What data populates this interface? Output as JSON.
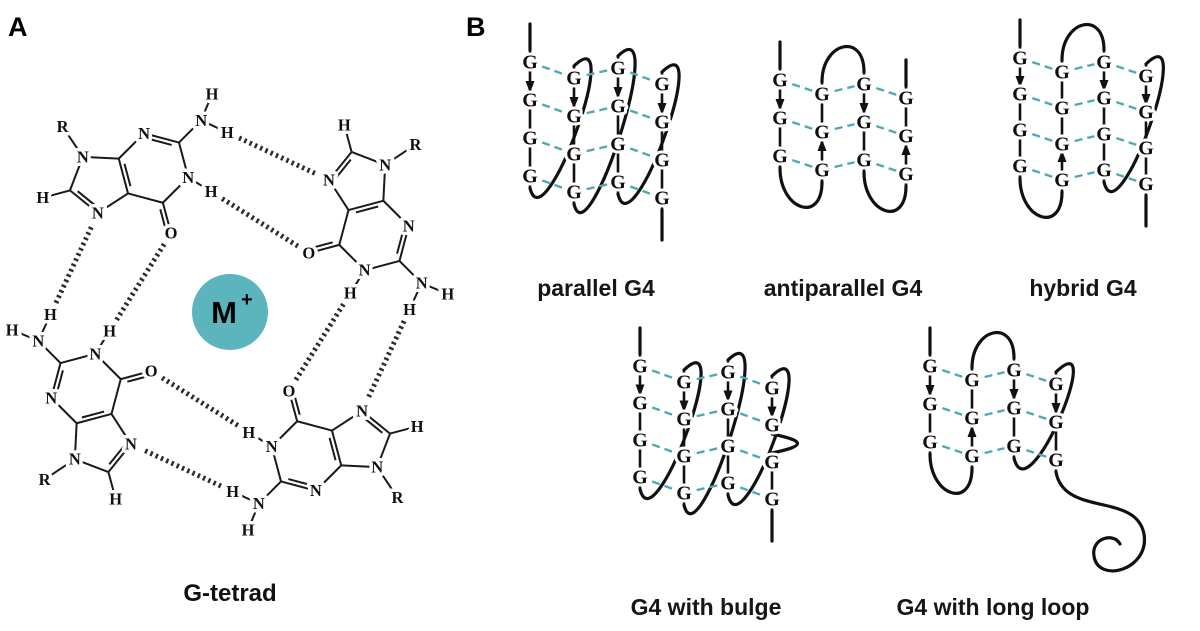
{
  "panelA": {
    "label": "A",
    "caption": "G-tetrad",
    "cation": {
      "symbol": "M",
      "charge": "+",
      "circle_color": "#5CB5BC"
    },
    "atom_labels": {
      "n": "N",
      "o": "O",
      "h": "H",
      "r": "R"
    },
    "bond_color": "#1a1a1a",
    "hbond_color": "#2b2b2b"
  },
  "panelB": {
    "label": "B",
    "g_letter": "G",
    "tetrad_dash_color": "#4FA9B2",
    "strand_color": "#111111",
    "structures": [
      {
        "id": "parallel",
        "label": "parallel G4",
        "strand_dirs": [
          "down",
          "down",
          "down",
          "down"
        ],
        "g_per_strand": 4,
        "loop_style": "propeller"
      },
      {
        "id": "antiparallel",
        "label": "antiparallel G4",
        "strand_dirs": [
          "down",
          "up",
          "down",
          "up"
        ],
        "g_per_strand": 3,
        "loop_style": "lateral"
      },
      {
        "id": "hybrid",
        "label": "hybrid G4",
        "strand_dirs": [
          "down",
          "up",
          "down",
          "down"
        ],
        "g_per_strand": 4,
        "loop_style": "hybrid"
      },
      {
        "id": "bulge",
        "label": "G4 with bulge",
        "strand_dirs": [
          "down",
          "down",
          "down",
          "down"
        ],
        "g_per_strand": 4,
        "loop_style": "propeller",
        "feature": "bulge"
      },
      {
        "id": "longloop",
        "label": "G4 with long loop",
        "strand_dirs": [
          "down",
          "up",
          "down",
          "down"
        ],
        "g_per_strand": 3,
        "loop_style": "hybrid",
        "feature": "long-loop"
      }
    ]
  }
}
